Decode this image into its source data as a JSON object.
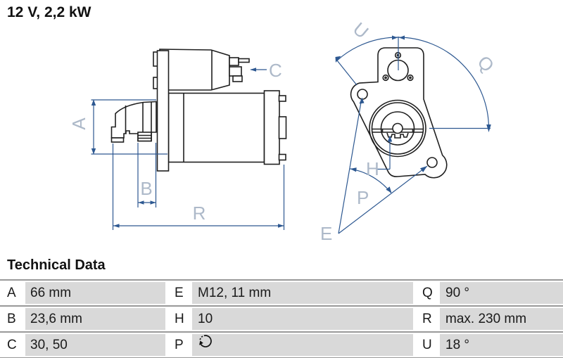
{
  "header": {
    "title": "12 V, 2,2 kW"
  },
  "diagram": {
    "description": "starter-motor technical drawing, side view and front view",
    "labels": {
      "A": "A",
      "B": "B",
      "C": "C",
      "R": "R",
      "U": "U",
      "Q": "Q",
      "H": "H",
      "P": "P",
      "E": "E"
    },
    "colors": {
      "drawing_line": "#1f1f1f",
      "dimension_line": "#2d5891",
      "dimension_label": "#adb9c9"
    }
  },
  "technical_data": {
    "heading": "Technical Data",
    "rows": [
      {
        "cells": [
          {
            "key": "A",
            "value": "66 mm"
          },
          {
            "key": "E",
            "value": "M12, 11 mm"
          },
          {
            "key": "Q",
            "value": "90 °"
          }
        ]
      },
      {
        "cells": [
          {
            "key": "B",
            "value": "23,6 mm"
          },
          {
            "key": "H",
            "value": "10"
          },
          {
            "key": "R",
            "value": "max. 230 mm"
          }
        ]
      },
      {
        "cells": [
          {
            "key": "C",
            "value": "30, 50"
          },
          {
            "key": "P",
            "value": ""
          },
          {
            "key": "U",
            "value": "18 °"
          }
        ]
      }
    ],
    "icons": {
      "p_value": "counterclockwise-rotation-icon"
    },
    "colors": {
      "value_cell_bg": "#d9d9d9",
      "divider": "#999999"
    }
  }
}
